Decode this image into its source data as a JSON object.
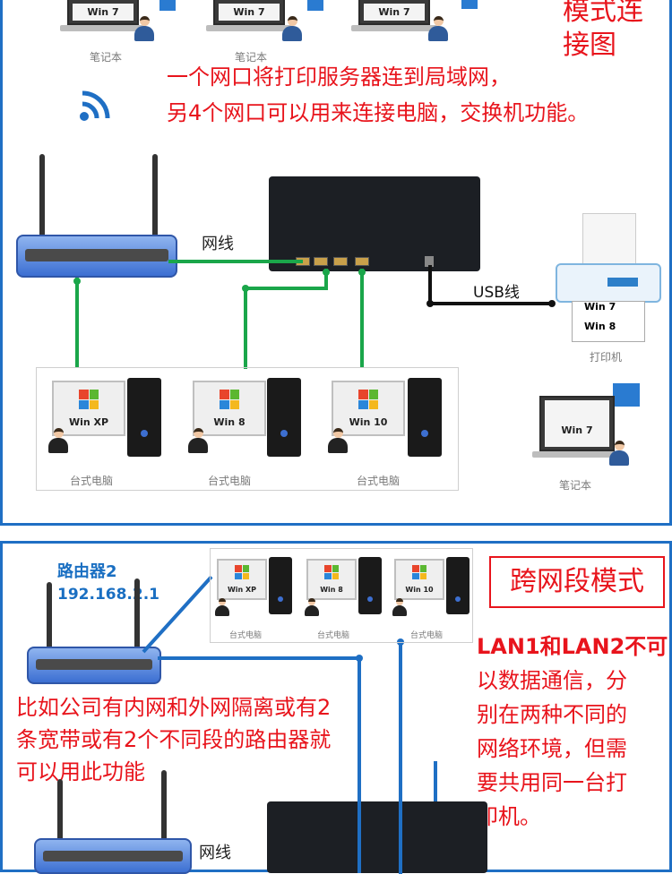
{
  "colors": {
    "frame": "#1f6fc4",
    "red_text": "#e8141c",
    "green_wire": "#1aa64a",
    "blue_wire": "#1f6fc4",
    "black_wire": "#111111"
  },
  "panel_top": {
    "title": "模式连接图",
    "laptops": [
      {
        "screen_text": "Win 7",
        "caption": "笔记本"
      },
      {
        "screen_text": "Win 7",
        "caption": "笔记本"
      },
      {
        "screen_text": "Win 7",
        "caption": ""
      }
    ],
    "description_line1": "一个网口将打印服务器连到局域网，",
    "description_line2": "另4个网口可以用来连接电脑，交换机功能。",
    "cable_label": "网线",
    "usb_label": "USB线",
    "printer": {
      "screen_lines": [
        "Win 7",
        "Win 8"
      ],
      "caption": "打印机"
    },
    "desktops": [
      {
        "os": "Win XP",
        "caption": "台式电脑"
      },
      {
        "os": "Win 8",
        "caption": "台式电脑"
      },
      {
        "os": "Win 10",
        "caption": "台式电脑"
      }
    ],
    "right_laptop": {
      "screen_text": "Win 7",
      "caption": "笔记本"
    }
  },
  "panel_bottom": {
    "router_name": "路由器2",
    "router_ip": "192.168.2.1",
    "mode_title": "跨网段模式",
    "desktops": [
      {
        "os": "Win XP",
        "caption": "台式电脑"
      },
      {
        "os": "Win 8",
        "caption": "台式电脑"
      },
      {
        "os": "Win 10",
        "caption": "台式电脑"
      }
    ],
    "left_text_line1": "比如公司有内网和外网隔离或有2",
    "left_text_line2": "条宽带或有2个不同段的路由器就",
    "left_text_line3": "可以用此功能",
    "right_text_line1": "LAN1和LAN2不可",
    "right_text_line2": "以数据通信，分",
    "right_text_line3": "别在两种不同的",
    "right_text_line4": "网络环境，但需",
    "right_text_line5": "要共用同一台打",
    "right_text_line6": "印机。",
    "cable_label": "网线"
  }
}
